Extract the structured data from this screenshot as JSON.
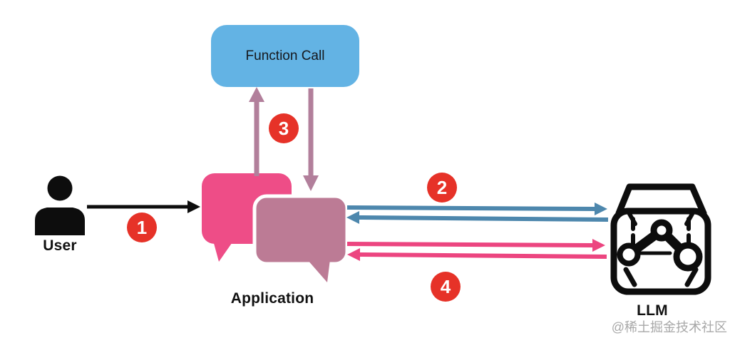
{
  "nodes": {
    "user": {
      "label": "User"
    },
    "application": {
      "label": "Application"
    },
    "function_call": {
      "label": "Function Call"
    },
    "llm": {
      "label": "LLM"
    }
  },
  "badges": [
    "1",
    "2",
    "3",
    "4"
  ],
  "colors": {
    "background": "#ffffff",
    "function_call_fill": "#63b3e4",
    "bubble_back": "#ee4d87",
    "bubble_front": "#bc7b95",
    "bubble_outline": "#ffffff",
    "badge_red": "#e63228",
    "arrow_black": "#0d0d0d",
    "arrow_blue": "#4d87ad",
    "arrow_pink": "#ec4580",
    "arrow_mauve": "#b27f9b",
    "icon_black": "#0d0d0d",
    "watermark_gray": "#a8a8a8"
  },
  "watermark": "@稀土掘金技术社区"
}
